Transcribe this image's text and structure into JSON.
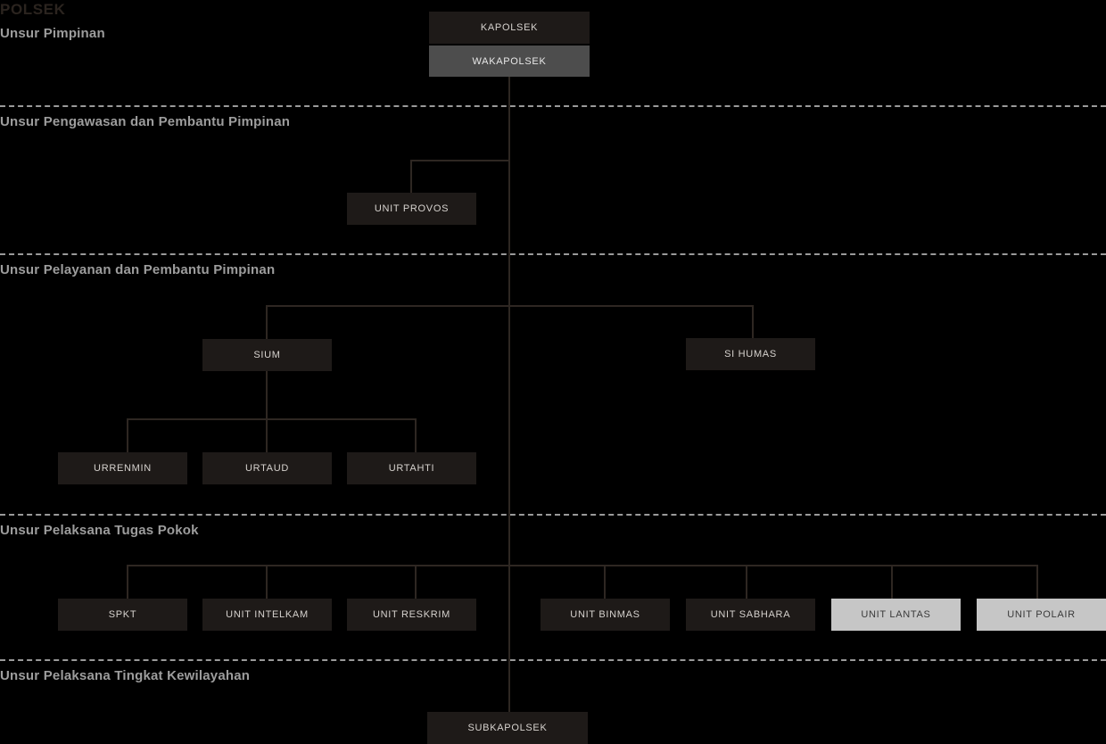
{
  "title": "POLSEK",
  "colors": {
    "background": "#000000",
    "node_dark": "#1e1a18",
    "node_mid": "#4d4d4d",
    "node_light": "#c6c6c6",
    "line": "#2e2722",
    "section_label": "#9d9d9d",
    "divider": "#9a9a9a",
    "title": "#2b241f"
  },
  "sections": [
    {
      "label": "Unsur Pimpinan"
    },
    {
      "label": "Unsur Pengawasan dan Pembantu Pimpinan"
    },
    {
      "label": "Unsur Pelayanan dan Pembantu Pimpinan"
    },
    {
      "label": "Unsur Pelaksana Tugas Pokok"
    },
    {
      "label": "Unsur Pelaksana Tingkat Kewilayahan"
    }
  ],
  "nodes": {
    "kapolsek": "KAPOLSEK",
    "wakapolsek": "WAKAPOLSEK",
    "unit_provos": "UNIT PROVOS",
    "sium": "SIUM",
    "si_humas": "SI HUMAS",
    "urrenmin": "URRENMIN",
    "urtaud": "URTAUD",
    "urtahti": "URTAHTI",
    "spkt": "SPKT",
    "unit_intelkam": "UNIT INTELKAM",
    "unit_reskrim": "UNIT RESKRIM",
    "unit_binmas": "UNIT BINMAS",
    "unit_sabhara": "UNIT SABHARA",
    "unit_lantas": "UNIT LANTAS",
    "unit_polair": "UNIT POLAIR",
    "subkapolsek": "SUBKAPOLSEK"
  }
}
